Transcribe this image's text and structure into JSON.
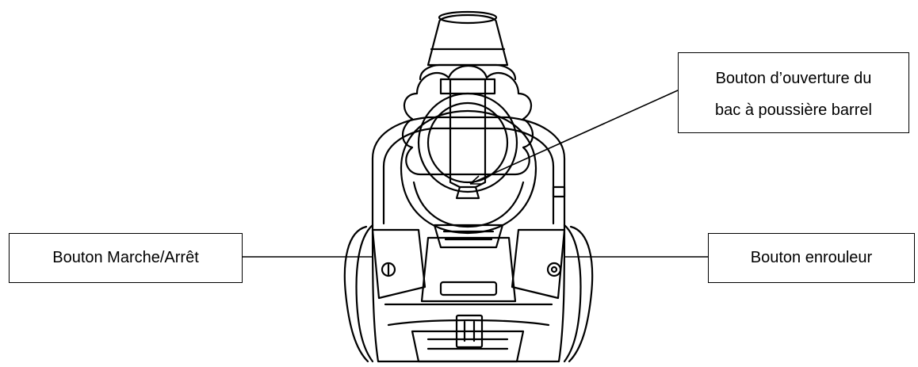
{
  "labels": {
    "dustbin_line1": "Bouton d’ouverture du",
    "dustbin_line2": "bac à poussière barrel",
    "power": "Bouton Marche/Arrêt",
    "reel": "Bouton enrouleur"
  },
  "colors": {
    "ink": "#000000",
    "background": "#ffffff"
  }
}
